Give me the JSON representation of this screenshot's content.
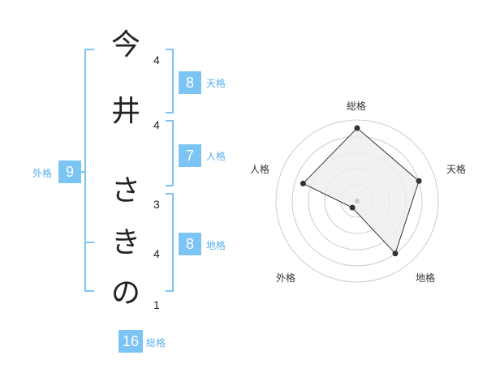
{
  "name": {
    "characters": [
      {
        "char": "今",
        "strokes": "4"
      },
      {
        "char": "井",
        "strokes": "4"
      },
      {
        "char": "さ",
        "strokes": "3"
      },
      {
        "char": "き",
        "strokes": "4"
      },
      {
        "char": "の",
        "strokes": "1"
      }
    ]
  },
  "kaku": {
    "ten": {
      "value": "8",
      "label": "天格"
    },
    "jin": {
      "value": "7",
      "label": "人格"
    },
    "chi": {
      "value": "8",
      "label": "地格"
    },
    "gai": {
      "value": "9",
      "label": "外格"
    },
    "sou": {
      "value": "16",
      "label": "総格"
    }
  },
  "colors": {
    "accent": "#7cc4f4",
    "bracket": "#7cc4f4",
    "label": "#5ab0ee",
    "radar_fill": "#eeeeee",
    "radar_line": "#333333",
    "ring": "#cccccc"
  },
  "chart_data": {
    "type": "radar",
    "axes": [
      "総格",
      "天格",
      "地格",
      "外格",
      "人格"
    ],
    "rings": 5,
    "range": [
      0,
      5
    ],
    "values": [
      4.5,
      4,
      4,
      0.5,
      3.5
    ]
  }
}
